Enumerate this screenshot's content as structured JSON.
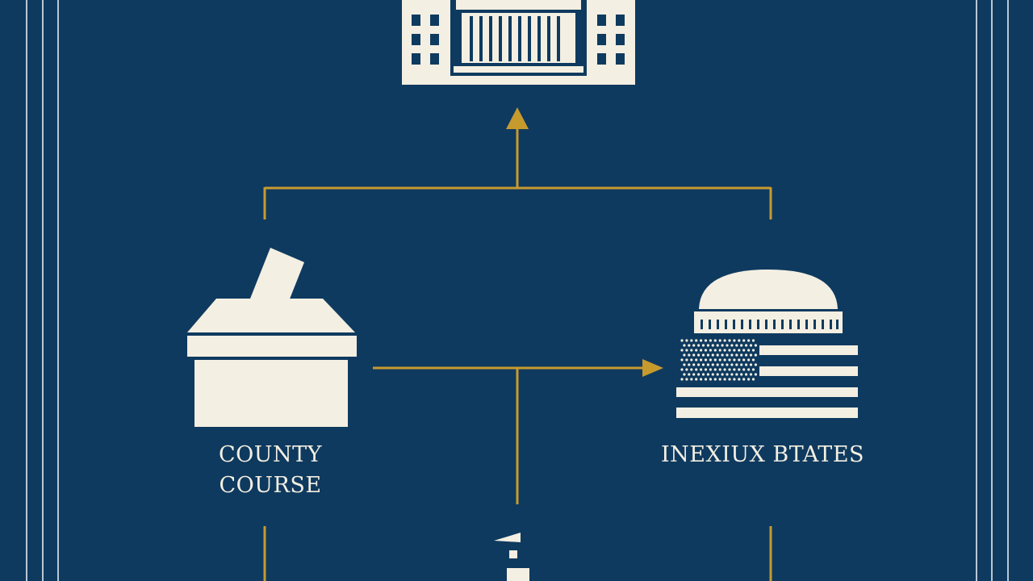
{
  "diagram": {
    "nodes": {
      "capitol": {
        "icon": "capitol-building-icon"
      },
      "county": {
        "icon": "ballot-box-icon",
        "label_line1": "COUNTY",
        "label_line2": "COURSE"
      },
      "states": {
        "icon": "dome-flag-icon",
        "label": "INEXIUX BTATES"
      }
    },
    "colors": {
      "background": "#0f3a5f",
      "icon": "#f3efe2",
      "connector": "#c79a2e",
      "frame": "#b9c7d6"
    }
  }
}
